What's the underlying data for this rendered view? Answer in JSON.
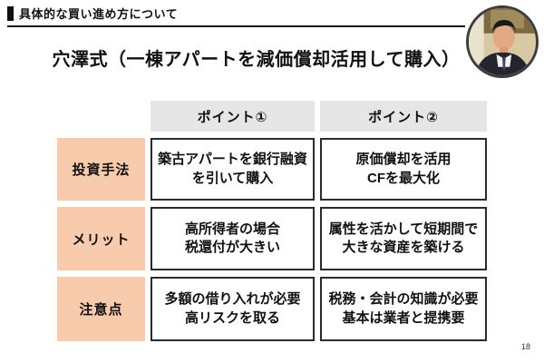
{
  "header": {
    "label": "具体的な買い進め方について"
  },
  "title": "穴澤式（一棟アパートを減価償却活用して購入）",
  "table": {
    "col_headers": [
      "ポイント①",
      "ポイント②"
    ],
    "rows": [
      {
        "label": "投資手法",
        "cells": [
          "築古アパートを銀行融資\nを引いて購入",
          "原価償却を活用\nCFを最大化"
        ]
      },
      {
        "label": "メリット",
        "cells": [
          "高所得者の場合\n税還付が大きい",
          "属性を活かして短期間で\n大きな資産を築ける"
        ]
      },
      {
        "label": "注意点",
        "cells": [
          "多額の借り入れが必要\n高リスクを取る",
          "税務・会計の知識が必要\n基本は業者と提携要"
        ]
      }
    ]
  },
  "avatar": {
    "description": "speaker-photo"
  },
  "page_number": "18",
  "colors": {
    "row_label_bg": "#F8CBAD",
    "col_header_bg": "#E7E6E6",
    "border": "#2b2b2b",
    "text": "#111111"
  }
}
